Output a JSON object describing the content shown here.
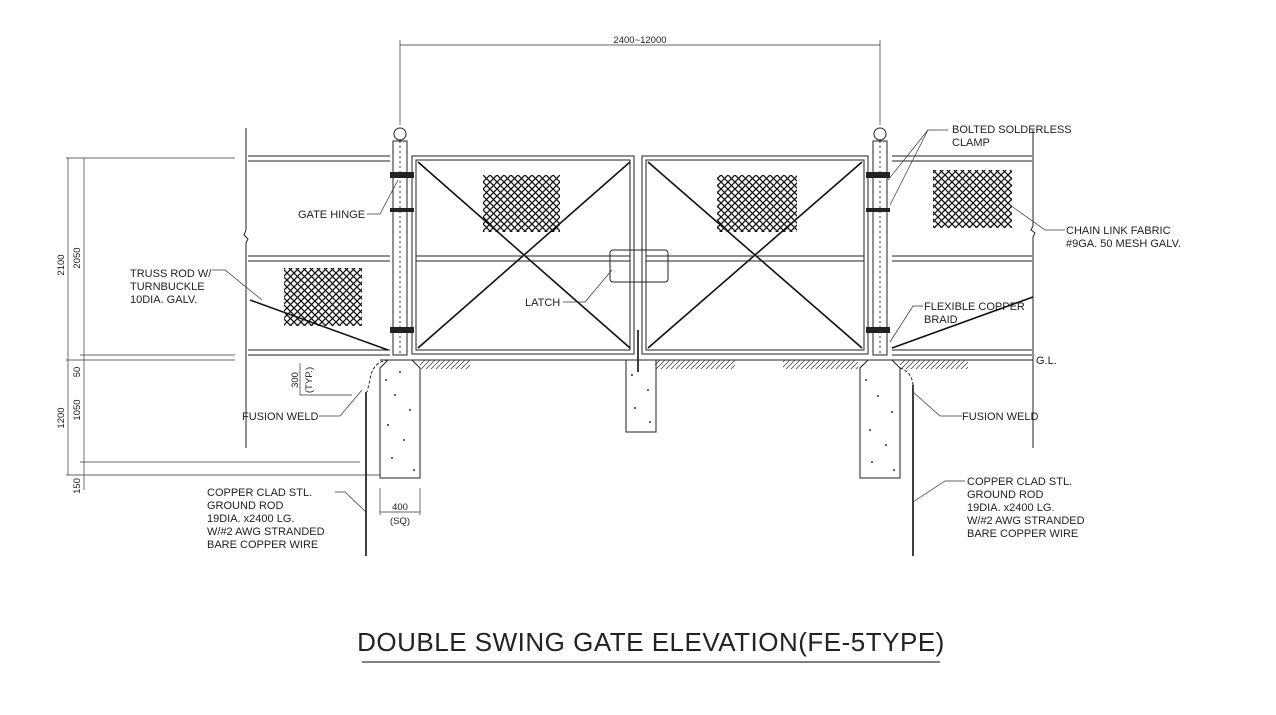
{
  "drawing": {
    "title": "DOUBLE SWING GATE ELEVATION(FE-5TYPE)",
    "overall_dimension": "2400~12000",
    "dimensions_left": {
      "total_above": "2100",
      "fence_height": "2050",
      "gap": "50",
      "total_below": "1200",
      "footing_depth": "1050",
      "bottom": "150"
    },
    "footing": {
      "width": "400",
      "width_note": "(SQ)",
      "rod_depth": "300",
      "rod_depth_note": "(TYP.)"
    },
    "ground_line": "G.L.",
    "labels": {
      "gate_hinge": "GATE HINGE",
      "truss_rod": [
        "TRUSS ROD W/",
        "TURNBUCKLE",
        "10DIA. GALV."
      ],
      "latch": "LATCH",
      "fusion_weld_left": "FUSION WELD",
      "fusion_weld_right": "FUSION WELD",
      "ground_rod_left": [
        "COPPER CLAD STL.",
        "GROUND ROD",
        "19DIA. x2400 LG.",
        "W/#2 AWG STRANDED",
        "BARE COPPER WIRE"
      ],
      "ground_rod_right": [
        "COPPER CLAD STL.",
        "GROUND ROD",
        "19DIA. x2400 LG.",
        "W/#2 AWG STRANDED",
        "BARE COPPER WIRE"
      ],
      "clamp": [
        "BOLTED SOLDERLESS",
        "CLAMP"
      ],
      "chain_link": [
        "CHAIN LINK FABRIC",
        "#9GA. 50 MESH GALV."
      ],
      "braid": [
        "FLEXIBLE COPPER",
        "BRAID"
      ]
    }
  }
}
